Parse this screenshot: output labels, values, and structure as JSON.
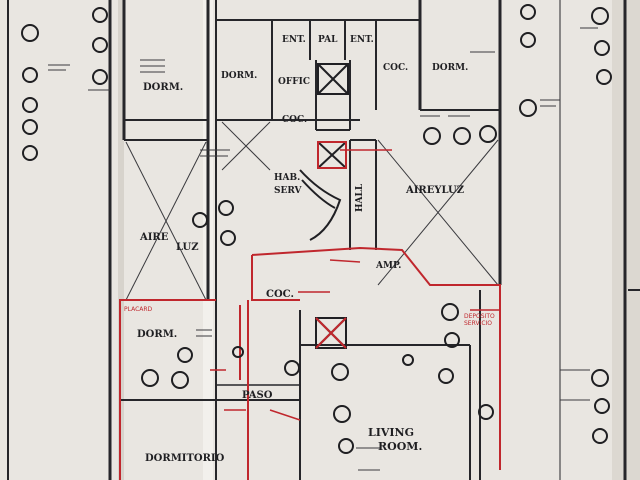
{
  "rooms": {
    "dorm_top": "DORM.",
    "dorm_left": "DORM.",
    "dorm_right": "DORM.",
    "dorm_bottom": "DORM.",
    "ent_left": "ENT.",
    "pal": "PAL",
    "ent_right": "ENT.",
    "offic": "OFFIC",
    "coc_top": "COC.",
    "coc_mid": "COC.",
    "coc_red": "COC.",
    "hab": "HAB.",
    "serv": "SERV",
    "hall": "HALL",
    "airey_luz_right": "AIREYLUZ",
    "aire_left": "AIRE",
    "luz_left": "LUZ",
    "amp": "AMP.",
    "paso": "PASO",
    "living": "LIVING",
    "room": "ROOM.",
    "dormitorio": "DORMITORIO"
  },
  "annotations": {
    "placard": "PLACARD",
    "deposito": "DEPOSITO",
    "servicio": "SERVICIO"
  },
  "colors": {
    "paper": "#e9e6e1",
    "ink": "#1f1f22",
    "red_ink": "#c0272d"
  }
}
